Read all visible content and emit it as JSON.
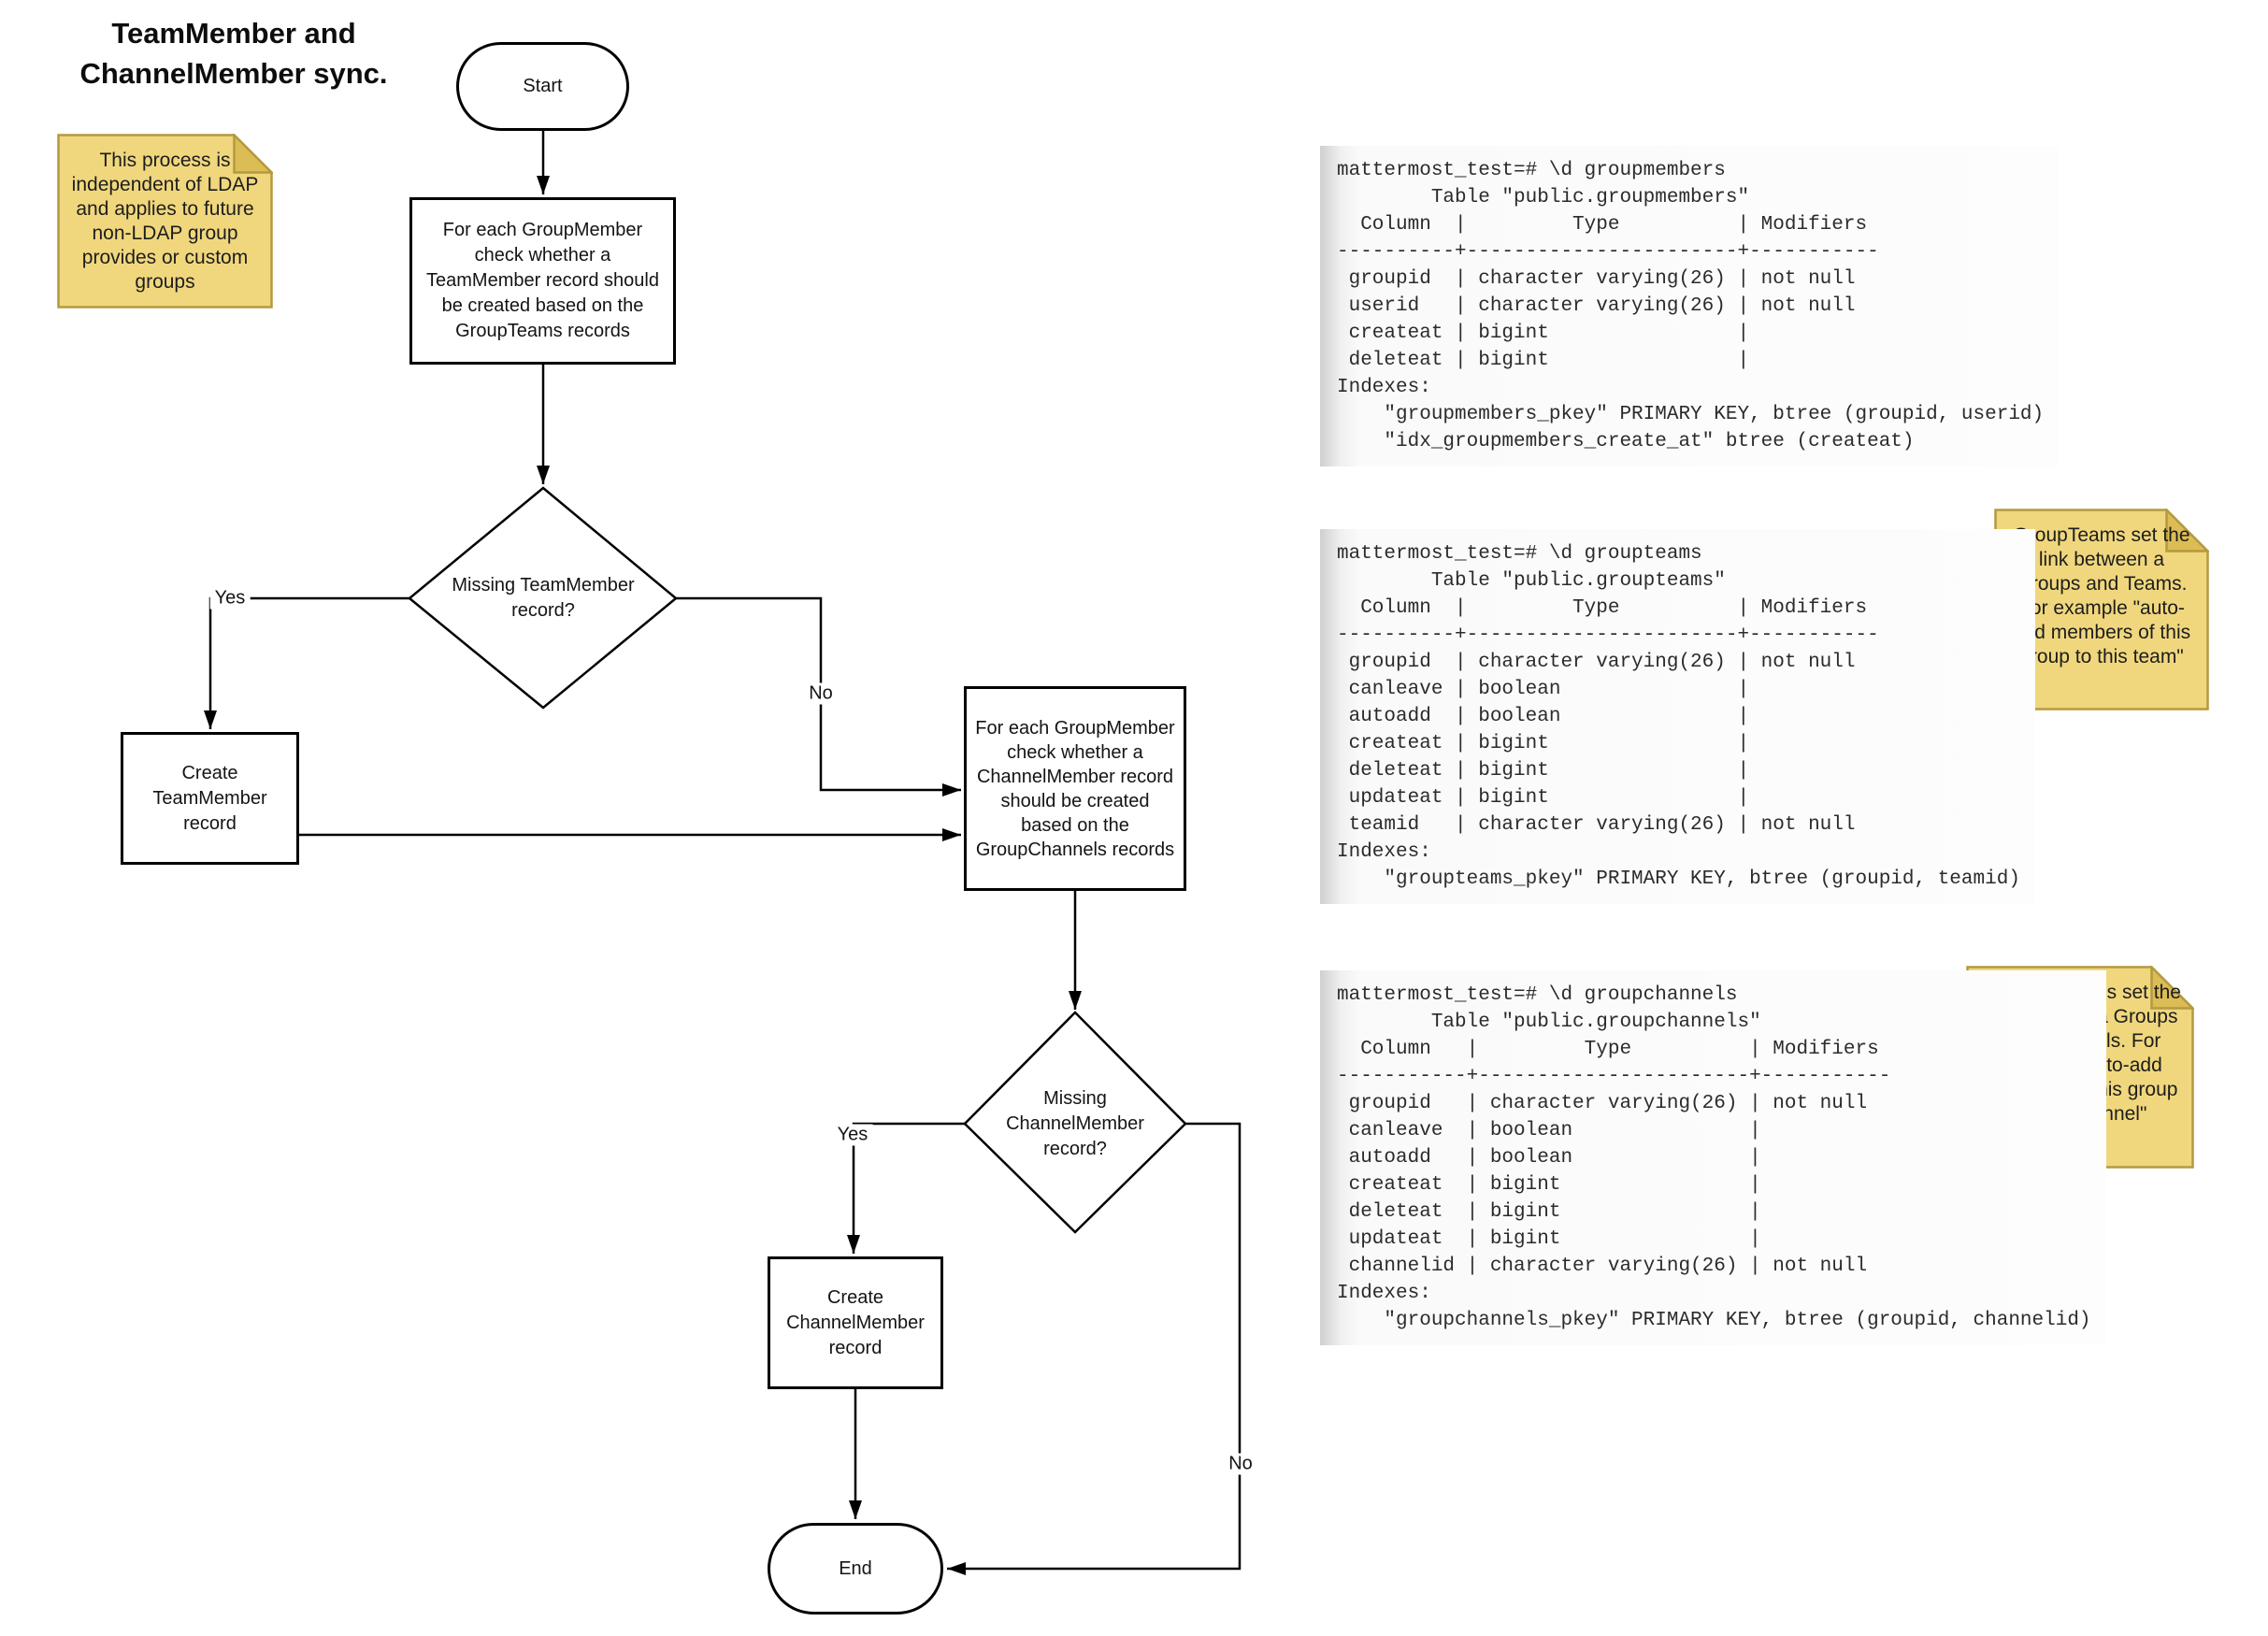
{
  "title": "TeamMember and ChannelMember sync.",
  "flow": {
    "start": "Start",
    "process1": "For each GroupMember check whether a TeamMember record should be created based on the GroupTeams records",
    "decision1": "Missing TeamMember record?",
    "create_team": "Create TeamMember record",
    "process2": "For each GroupMember check whether a ChannelMember record should be created based on the GroupChannels records",
    "decision2": "Missing ChannelMember record?",
    "create_channel": "Create ChannelMember record",
    "end": "End",
    "edge_labels": {
      "yes1": "Yes",
      "no1": "No",
      "yes2": "Yes",
      "no2": "No"
    }
  },
  "notes": [
    {
      "text": "This process is independent of LDAP and applies to future non-LDAP group provides or custom groups"
    },
    {
      "text": "GroupTeams set the link between a Groups and Teams. For example \"auto-add members of this group to this team\""
    },
    {
      "text": "GroupChannels set the link between a Groups and Channels. For example \"auto-add members of this group to this channel\""
    }
  ],
  "terminals": [
    {
      "name": "groupmembers",
      "content": "mattermost_test=# \\d groupmembers\n        Table \"public.groupmembers\"\n  Column  |         Type          | Modifiers\n----------+-----------------------+-----------\n groupid  | character varying(26) | not null\n userid   | character varying(26) | not null\n createat | bigint                |\n deleteat | bigint                |\nIndexes:\n    \"groupmembers_pkey\" PRIMARY KEY, btree (groupid, userid)\n    \"idx_groupmembers_create_at\" btree (createat)"
    },
    {
      "name": "groupteams",
      "content": "mattermost_test=# \\d groupteams\n        Table \"public.groupteams\"\n  Column  |         Type          | Modifiers\n----------+-----------------------+-----------\n groupid  | character varying(26) | not null\n canleave | boolean               |\n autoadd  | boolean               |\n createat | bigint                |\n deleteat | bigint                |\n updateat | bigint                |\n teamid   | character varying(26) | not null\nIndexes:\n    \"groupteams_pkey\" PRIMARY KEY, btree (groupid, teamid)"
    },
    {
      "name": "groupchannels",
      "content": "mattermost_test=# \\d groupchannels\n        Table \"public.groupchannels\"\n  Column   |         Type          | Modifiers\n-----------+-----------------------+-----------\n groupid   | character varying(26) | not null\n canleave  | boolean               |\n autoadd   | boolean               |\n createat  | bigint                |\n deleteat  | bigint                |\n updateat  | bigint                |\n channelid | character varying(26) | not null\nIndexes:\n    \"groupchannels_pkey\" PRIMARY KEY, btree (groupid, channelid)"
    }
  ],
  "colors": {
    "note_fill": "#f0d77d",
    "note_fold": "#dcbc55",
    "note_border": "#b49a3f",
    "line": "#000000",
    "terminal_text": "#2b2b2b"
  }
}
